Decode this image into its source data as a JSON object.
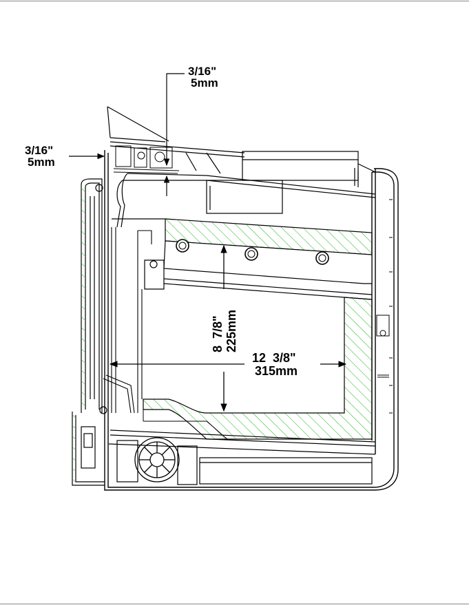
{
  "diagram": {
    "callout_top": {
      "inch": "3/16\"",
      "mm": "5mm"
    },
    "callout_left": {
      "inch": "3/16\"",
      "mm": "5mm"
    },
    "height_dim": {
      "inch": "8  7/8\"",
      "mm": "225mm"
    },
    "width_dim": {
      "inch": "12  3/8\"",
      "mm": "315mm"
    },
    "colors": {
      "hatch": "#2db82d",
      "line": "#000000",
      "rule": "#8a8a8a"
    }
  }
}
